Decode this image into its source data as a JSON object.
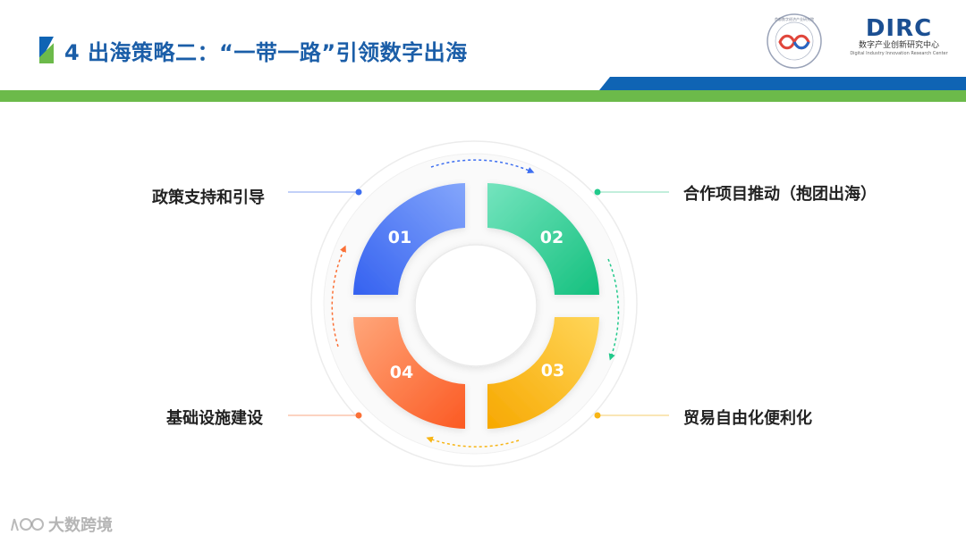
{
  "header": {
    "title": "4 出海策略二：“一带一路”引领数字出海",
    "seal_text": "首都数字经济产业研究院",
    "logo": {
      "letters": "DIRC",
      "subtitle_cn": "数字产业创新研究中心",
      "subtitle_en": "Digital Industry Innovation Research Center"
    }
  },
  "colors": {
    "title": "#1b5ea8",
    "band_green": "#6cba4a",
    "band_blue": "#0f64b4"
  },
  "segments": [
    {
      "number": "01",
      "label": "政策支持和引导",
      "color": "#3d6ef0"
    },
    {
      "number": "02",
      "label": "合作项目推动（抱团出海）",
      "color": "#22c98b"
    },
    {
      "number": "03",
      "label": "贸易自由化便利化",
      "color": "#f7b516"
    },
    {
      "number": "04",
      "label": "基础设施建设",
      "color": "#fb7036"
    }
  ],
  "watermark": "大数跨境"
}
